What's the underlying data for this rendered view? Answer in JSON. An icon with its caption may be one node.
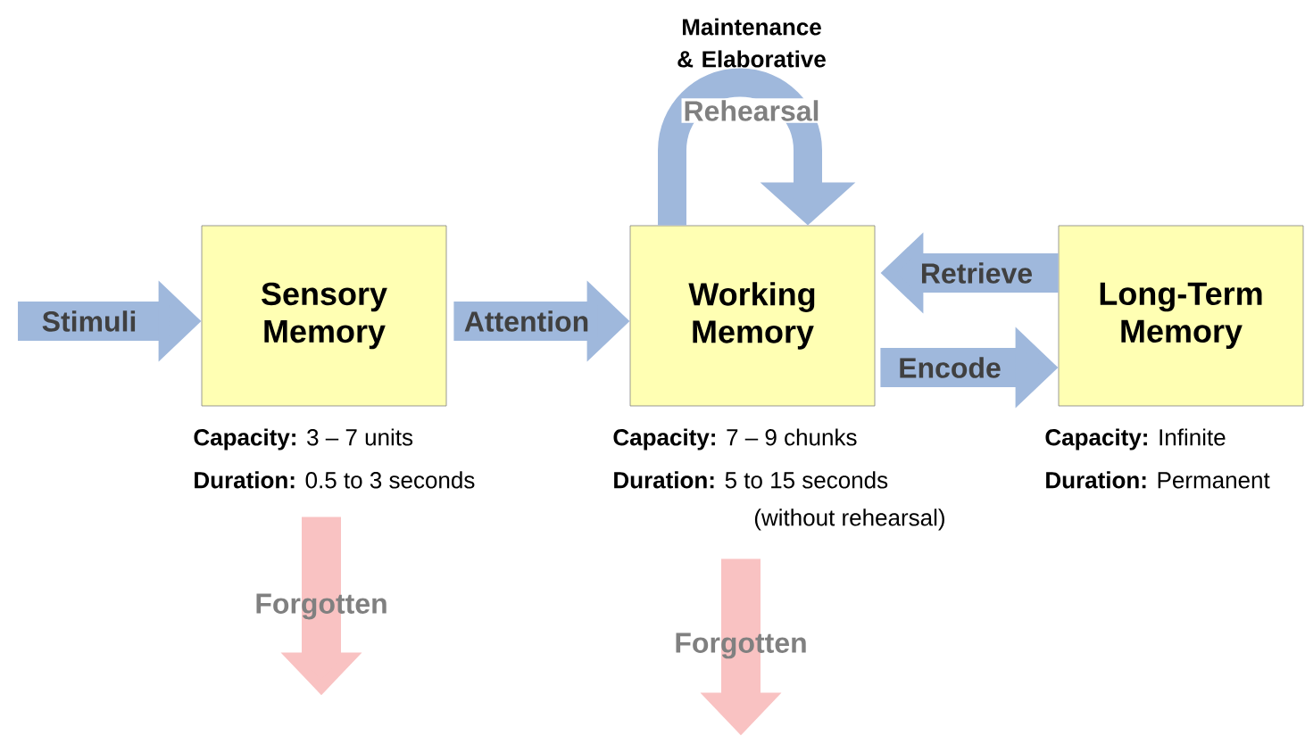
{
  "diagram": {
    "nodes": [
      {
        "text": [
          "Sensory Memory"
        ],
        "beside": [
          "**Capacity:** 3 – 7 units",
          "**Duration:** 0.5 to 3 seconds"
        ]
      },
      {
        "text": [
          "Working Memory"
        ],
        "beside": [
          "**Capacity:** 7 – 9 chunks",
          "**Duration:** 5 to 15 seconds",
          "(without rehearsal)"
        ]
      },
      {
        "text": [
          "Long-Term Memory"
        ],
        "beside": [
          "**Capacity:** Infinite",
          "**Duration:** Permanent"
        ]
      }
    ],
    "edges": [
      {
        "from": null,
        "to": 0,
        "arrow": "to",
        "label": "Stimuli"
      },
      {
        "from": 0,
        "to": 1,
        "arrow": "to",
        "label": "Attention"
      },
      {
        "from": 1,
        "to": 1,
        "arrow": "to",
        "label": "Rehearsal"
      },
      {
        "from": 2,
        "to": 1,
        "arrow": "to",
        "label": "Retrieve"
      },
      {
        "from": 1,
        "to": 2,
        "arrow": "to",
        "label": "Encode"
      },
      {
        "from": 0,
        "to": null,
        "arrow": "to",
        "label": "Forgotten",
        "color": "#f9c2c2"
      },
      {
        "from": 1,
        "to": null,
        "arrow": "to",
        "label": "Forgotten",
        "color": "#f9c2c2"
      }
    ],
    "labels": [
      "Maintenance & Elaborative"
    ]
  }
}
